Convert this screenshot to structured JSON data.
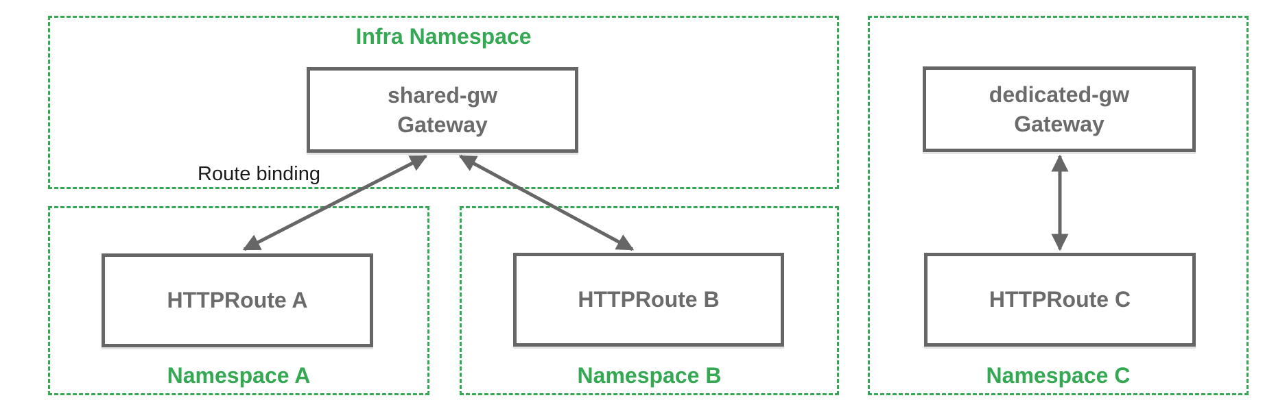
{
  "colors": {
    "namespace_green": "#34a853",
    "node_gray": "#666666",
    "node_text_gray": "#6b6b6b",
    "annotation_black": "#1a1a1a"
  },
  "namespaces": {
    "infra": {
      "label": "Infra Namespace"
    },
    "a": {
      "label": "Namespace A"
    },
    "b": {
      "label": "Namespace B"
    },
    "c": {
      "label": "Namespace C"
    }
  },
  "nodes": {
    "shared_gw": {
      "name": "shared-gw",
      "kind": "Gateway"
    },
    "dedicated_gw": {
      "name": "dedicated-gw",
      "kind": "Gateway"
    },
    "httproute_a": {
      "label": "HTTPRoute A"
    },
    "httproute_b": {
      "label": "HTTPRoute B"
    },
    "httproute_c": {
      "label": "HTTPRoute C"
    }
  },
  "annotations": {
    "route_binding": "Route binding"
  }
}
